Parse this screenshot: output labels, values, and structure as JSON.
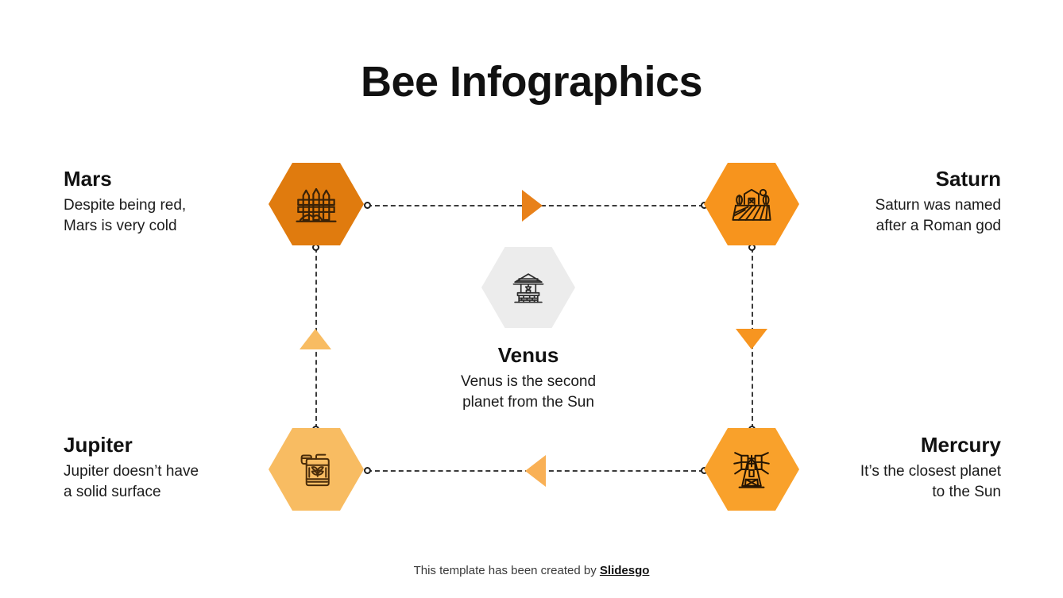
{
  "title": "Bee Infographics",
  "colors": {
    "hex_mars": "#E07B0E",
    "hex_saturn": "#F7941D",
    "hex_venus": "#ECECEC",
    "hex_jupiter": "#F8BC62",
    "hex_mercury": "#F9A12B",
    "arrow_top": "#E07B0E",
    "arrow_left": "#F8BC62",
    "arrow_right": "#F7941D",
    "arrow_bottom": "#F9B košile"
  },
  "nodes": [
    {
      "key": "mars",
      "heading": "Mars",
      "body": "Despite being red,\nMars is very cold",
      "icon": "fence-icon",
      "hex_color": "#E07B0E",
      "icon_color": "#3A2207",
      "align": "left"
    },
    {
      "key": "saturn",
      "heading": "Saturn",
      "body": "Saturn was named\nafter a Roman god",
      "icon": "farm-barn-icon",
      "hex_color": "#F7941D",
      "icon_color": "#2A1A05",
      "align": "right"
    },
    {
      "key": "venus",
      "heading": "Venus",
      "body": "Venus is the second\nplanet from the Sun",
      "icon": "water-well-icon",
      "hex_color": "#ECECEC",
      "icon_color": "#2B2B2B",
      "align": "center"
    },
    {
      "key": "jupiter",
      "heading": "Jupiter",
      "body": "Jupiter doesn’t have\na solid surface",
      "icon": "jerrycan-fertilizer-icon",
      "hex_color": "#F8BC62",
      "icon_color": "#4A2C0A",
      "align": "left"
    },
    {
      "key": "mercury",
      "heading": "Mercury",
      "body": "It’s the closest planet\nto the Sun",
      "icon": "windmill-icon",
      "hex_color": "#F9A12B",
      "icon_color": "#241402",
      "align": "right"
    }
  ],
  "connectors": [
    {
      "key": "mars-to-saturn",
      "direction": "right",
      "arrow_color": "#E8811A"
    },
    {
      "key": "saturn-to-mercury",
      "direction": "down",
      "arrow_color": "#F79520"
    },
    {
      "key": "mercury-to-jupiter",
      "direction": "left",
      "arrow_color": "#F9B055"
    },
    {
      "key": "jupiter-to-mars",
      "direction": "up",
      "arrow_color": "#F8BC62"
    }
  ],
  "footer": {
    "text": "This template has been created by ",
    "brand": "Slidesgo"
  }
}
